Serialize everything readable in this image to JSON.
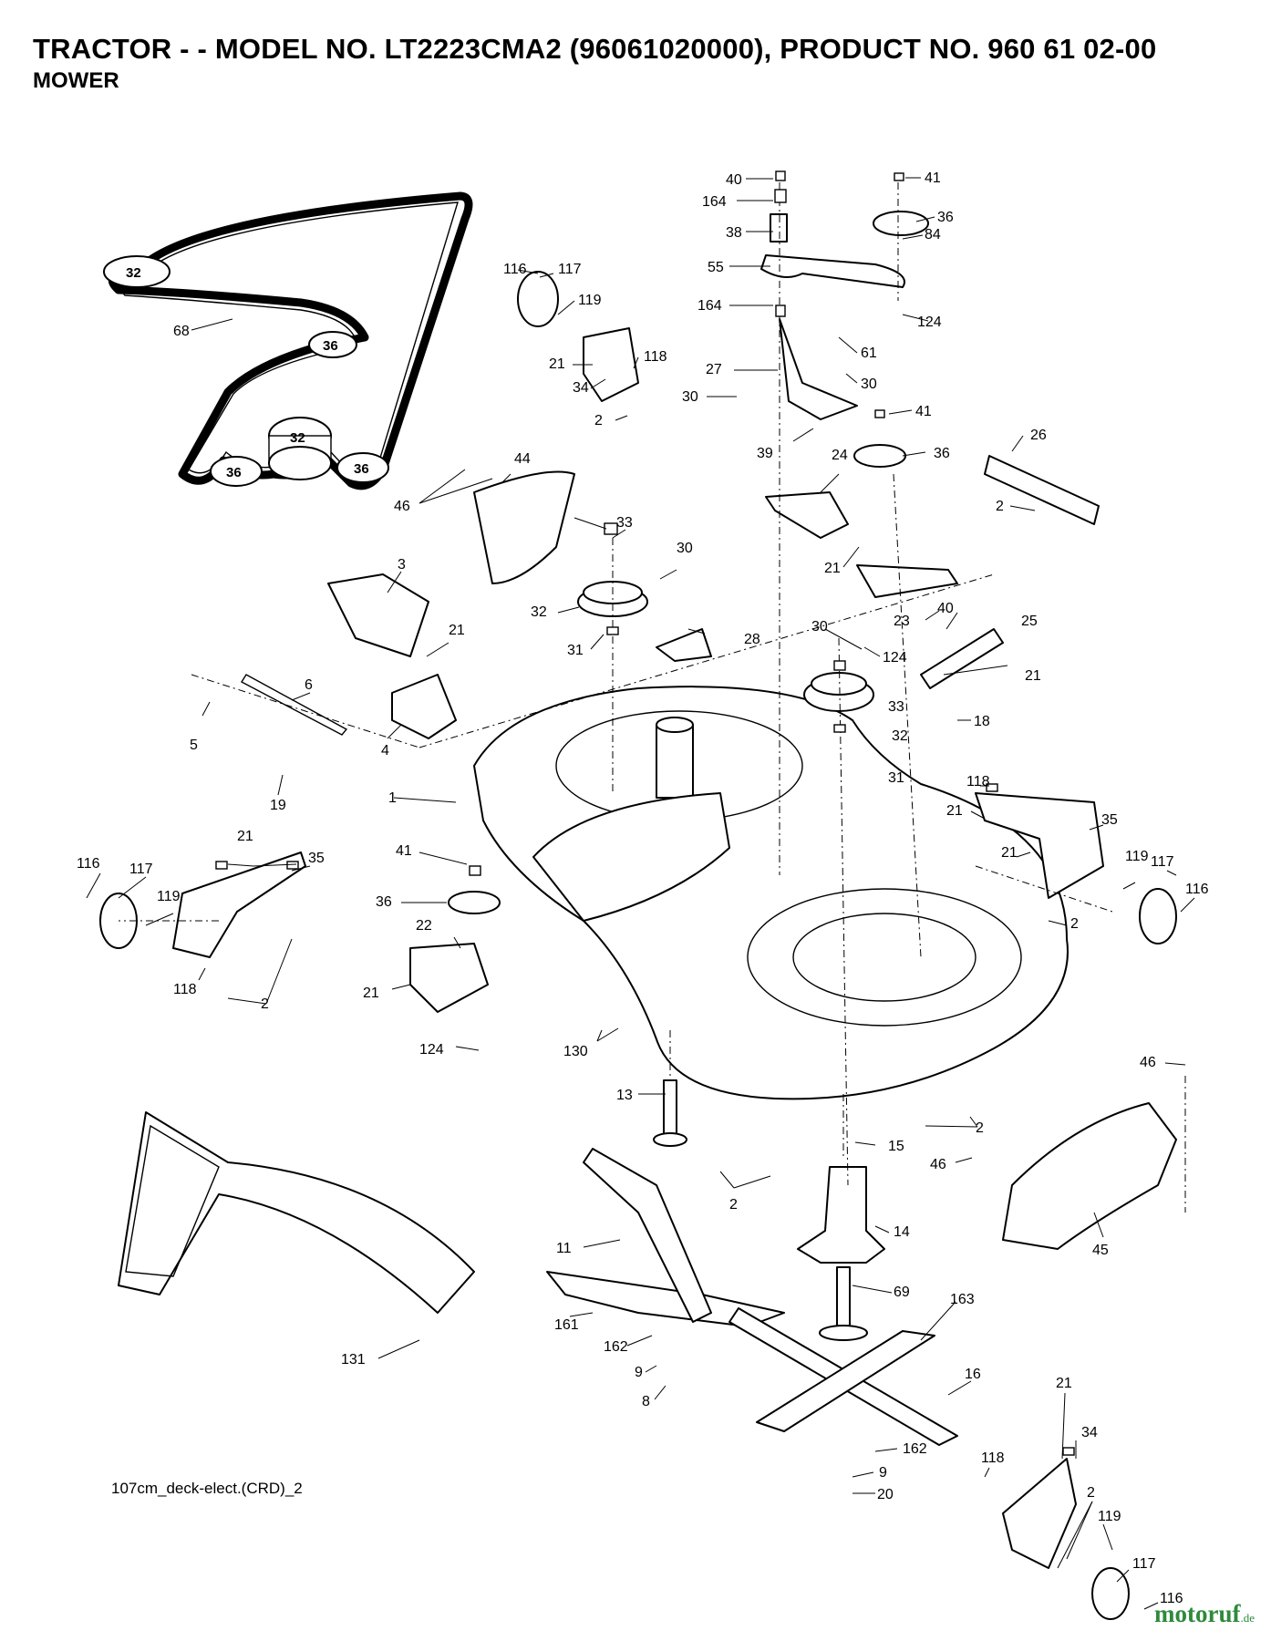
{
  "header": {
    "title": "TRACTOR - - MODEL NO. LT2223CMA2 (96061020000), PRODUCT NO. 960 61 02-00",
    "subtitle": "MOWER"
  },
  "footer": {
    "drawing_id": "107cm_deck-elect.(CRD)_2",
    "brand": "motoruf",
    "brand_suffix": ".de"
  },
  "belt_pulley_labels": [
    "32",
    "36",
    "32",
    "36",
    "36"
  ],
  "callouts": [
    "40",
    "164",
    "38",
    "55",
    "164",
    "41",
    "36",
    "84",
    "124",
    "61",
    "27",
    "30",
    "30",
    "21",
    "39",
    "41",
    "36",
    "24",
    "26",
    "2",
    "21",
    "23",
    "40",
    "25",
    "21",
    "18",
    "30",
    "124",
    "33",
    "32",
    "31",
    "116",
    "117",
    "119",
    "21",
    "34",
    "118",
    "2",
    "68",
    "44",
    "46",
    "3",
    "33",
    "30",
    "32",
    "31",
    "28",
    "21",
    "6",
    "5",
    "4",
    "19",
    "1",
    "118",
    "21",
    "35",
    "21",
    "119",
    "117",
    "116",
    "2",
    "21",
    "35",
    "116",
    "117",
    "119",
    "118",
    "2",
    "41",
    "36",
    "22",
    "21",
    "124",
    "130",
    "46",
    "2",
    "46",
    "45",
    "13",
    "15",
    "2",
    "14",
    "11",
    "69",
    "163",
    "131",
    "161",
    "162",
    "9",
    "8",
    "16",
    "162",
    "9",
    "20",
    "21",
    "34",
    "118",
    "2",
    "119",
    "117",
    "116"
  ],
  "colors": {
    "brand": "#2e8a3c",
    "ink": "#000000"
  }
}
